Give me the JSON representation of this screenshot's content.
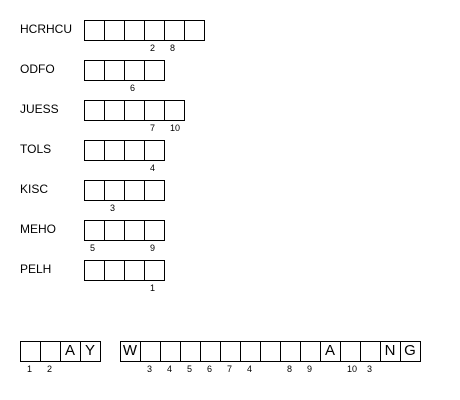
{
  "colors": {
    "background": "#ffffff",
    "ink": "#000000"
  },
  "clues": [
    {
      "word": "HCRHCU",
      "cells": 6,
      "numbers": [
        {
          "cell": 3,
          "label": "2"
        },
        {
          "cell": 4,
          "label": "8"
        }
      ]
    },
    {
      "word": "ODFO",
      "cells": 4,
      "numbers": [
        {
          "cell": 2,
          "label": "6"
        }
      ]
    },
    {
      "word": "JUESS",
      "cells": 5,
      "numbers": [
        {
          "cell": 3,
          "label": "7"
        },
        {
          "cell": 4,
          "label": "10"
        }
      ]
    },
    {
      "word": "TOLS",
      "cells": 4,
      "numbers": [
        {
          "cell": 3,
          "label": "4"
        }
      ]
    },
    {
      "word": "KISC",
      "cells": 4,
      "numbers": [
        {
          "cell": 1,
          "label": "3"
        }
      ]
    },
    {
      "word": "MEHO",
      "cells": 4,
      "numbers": [
        {
          "cell": 0,
          "label": "5"
        },
        {
          "cell": 3,
          "label": "9"
        }
      ]
    },
    {
      "word": "PELH",
      "cells": 4,
      "numbers": [
        {
          "cell": 3,
          "label": "1"
        }
      ]
    }
  ],
  "answer": [
    {
      "letters": [
        "",
        "",
        "A",
        "Y"
      ],
      "numbers": [
        "1",
        "2",
        "",
        ""
      ]
    },
    {
      "letters": [
        "W",
        "",
        "",
        "",
        "",
        "",
        "",
        ""
      ],
      "numbers": [
        "",
        "3",
        "4",
        "5",
        "6",
        "7",
        "4",
        ""
      ]
    },
    {
      "letters": [
        "",
        "",
        "A",
        "",
        "",
        "N",
        "G"
      ],
      "numbers": [
        "8",
        "9",
        "",
        "10",
        "3",
        "",
        ""
      ]
    }
  ]
}
